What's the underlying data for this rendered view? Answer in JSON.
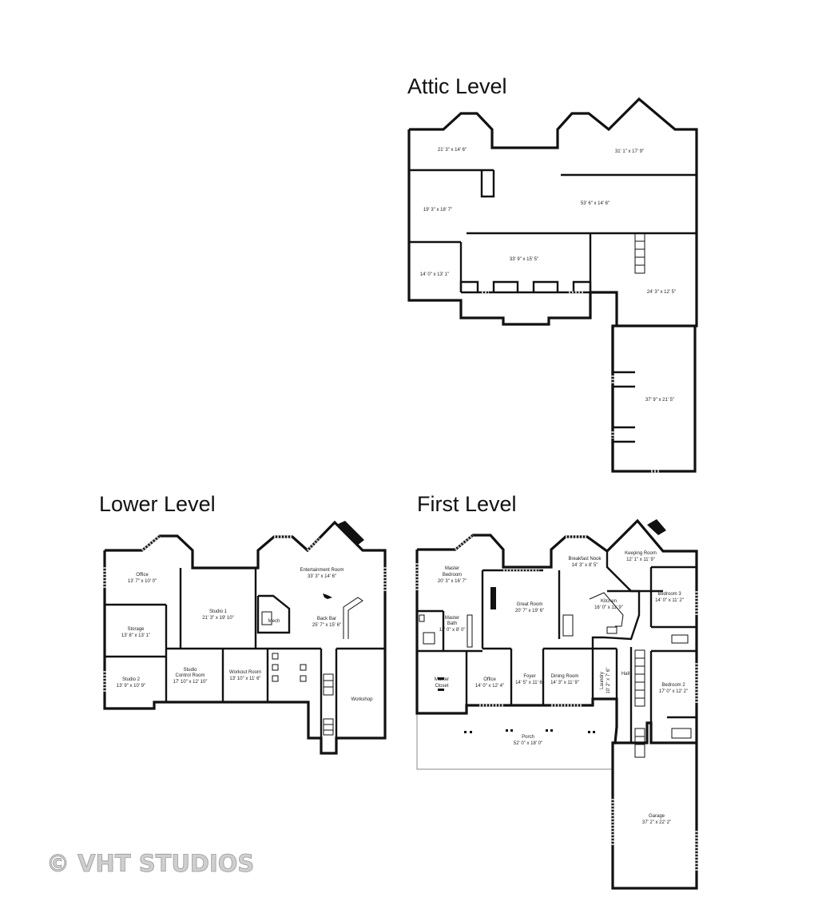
{
  "levels": {
    "attic": {
      "title": "Attic Level",
      "rooms": [
        {
          "dim": "21' 3\" x 14' 6\""
        },
        {
          "dim": "31' 1\" x 17' 9\""
        },
        {
          "dim": "19' 3\" x 18' 7\""
        },
        {
          "dim": "53' 6\" x 14' 6\""
        },
        {
          "dim": "14' 0\" x 13' 1\""
        },
        {
          "dim": "33' 9\" x 15' 5\""
        },
        {
          "dim": "24' 3\" x 12' 5\""
        },
        {
          "dim": "37' 9\" x 21' 5\""
        }
      ]
    },
    "lower": {
      "title": "Lower Level",
      "rooms": [
        {
          "name": "Office",
          "dim": "13' 7\" x 10' 0\""
        },
        {
          "name": "Storage",
          "dim": "13' 8\" x 13' 1\""
        },
        {
          "name": "Studio 2",
          "dim": "13' 9\" x 10' 9\""
        },
        {
          "name": "Studio 1",
          "dim": "21' 3\" x 19' 10\""
        },
        {
          "name": "Studio",
          "name2": "Control Room",
          "dim": "17' 10\" x 12' 10\""
        },
        {
          "name": "Workout Room",
          "dim": "13' 10\" x 11' 6\""
        },
        {
          "name": "Mech"
        },
        {
          "name": "Entertainment Room",
          "dim": "33' 3\" x 14' 6\""
        },
        {
          "name": "Back Bar",
          "dim": "25' 7\" x 15' 6\""
        },
        {
          "name": "Workshop"
        }
      ]
    },
    "first": {
      "title": "First Level",
      "rooms": [
        {
          "name": "Master",
          "name2": "Bedroom",
          "dim": "20' 3\" x 16' 7\""
        },
        {
          "name": "Master",
          "name2": "Bath",
          "dim": "12' 0\" x 8' 0\""
        },
        {
          "name": "Master",
          "name2": "Closet"
        },
        {
          "name": "Great Room",
          "dim": "20' 7\" x 19' 6\""
        },
        {
          "name": "Breakfast Nook",
          "dim": "14' 3\" x 8' 5\""
        },
        {
          "name": "Keeping Room",
          "dim": "12' 1\" x 11' 9\""
        },
        {
          "name": "Kitchen",
          "dim": "16' 0\" x 11' 9\""
        },
        {
          "name": "Bedroom 3",
          "dim": "14' 0\" x 11' 2\""
        },
        {
          "name": "Office",
          "dim": "14' 0\" x 12' 4\""
        },
        {
          "name": "Foyer",
          "dim": "14' 5\" x 11' 6\""
        },
        {
          "name": "Dining Room",
          "dim": "14' 3\" x 11' 9\""
        },
        {
          "name": "Laundry",
          "dim": "10' 2\" x 7' 6\""
        },
        {
          "name": "Hall"
        },
        {
          "name": "Bedroom 2",
          "dim": "17' 0\" x 12' 2\""
        },
        {
          "name": "Porch",
          "dim": "52' 0\" x 18' 0\""
        },
        {
          "name": "Garage",
          "dim": "37' 2\" x 22' 2\""
        }
      ]
    }
  },
  "watermark": "© VHT STUDIOS"
}
